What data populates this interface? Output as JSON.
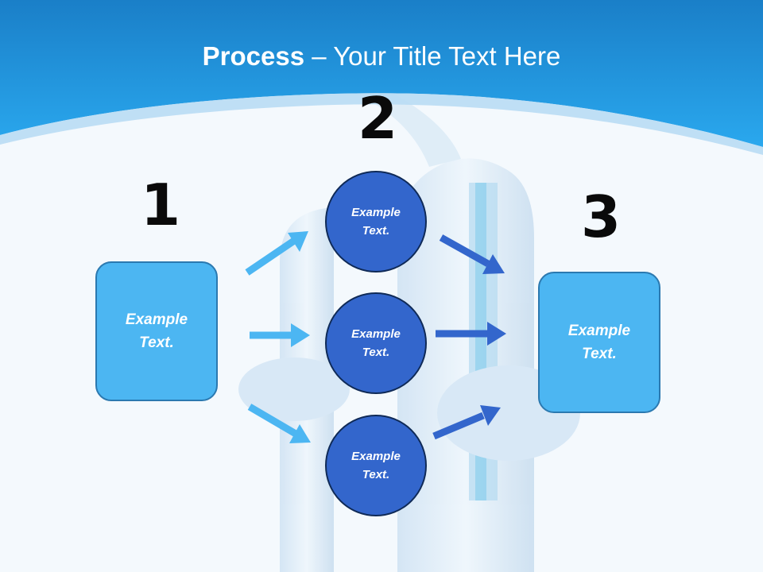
{
  "slide": {
    "title_bold": "Process",
    "title_rest": " – Your Title Text Here"
  },
  "steps": {
    "step1_number": "1",
    "step2_number": "2",
    "step3_number": "3"
  },
  "boxes": {
    "left_text": "Example\nText.",
    "right_text": "Example\nText."
  },
  "circles": [
    {
      "text": "Example\nText."
    },
    {
      "text": "Example\nText."
    },
    {
      "text": "Example\nText."
    }
  ],
  "colors": {
    "header_blue": "#1e8fd6",
    "box_fill": "#4cb6f2",
    "circle_fill": "#3366cc",
    "arrow_light": "#4cb6f2",
    "arrow_dark": "#3366cc"
  }
}
